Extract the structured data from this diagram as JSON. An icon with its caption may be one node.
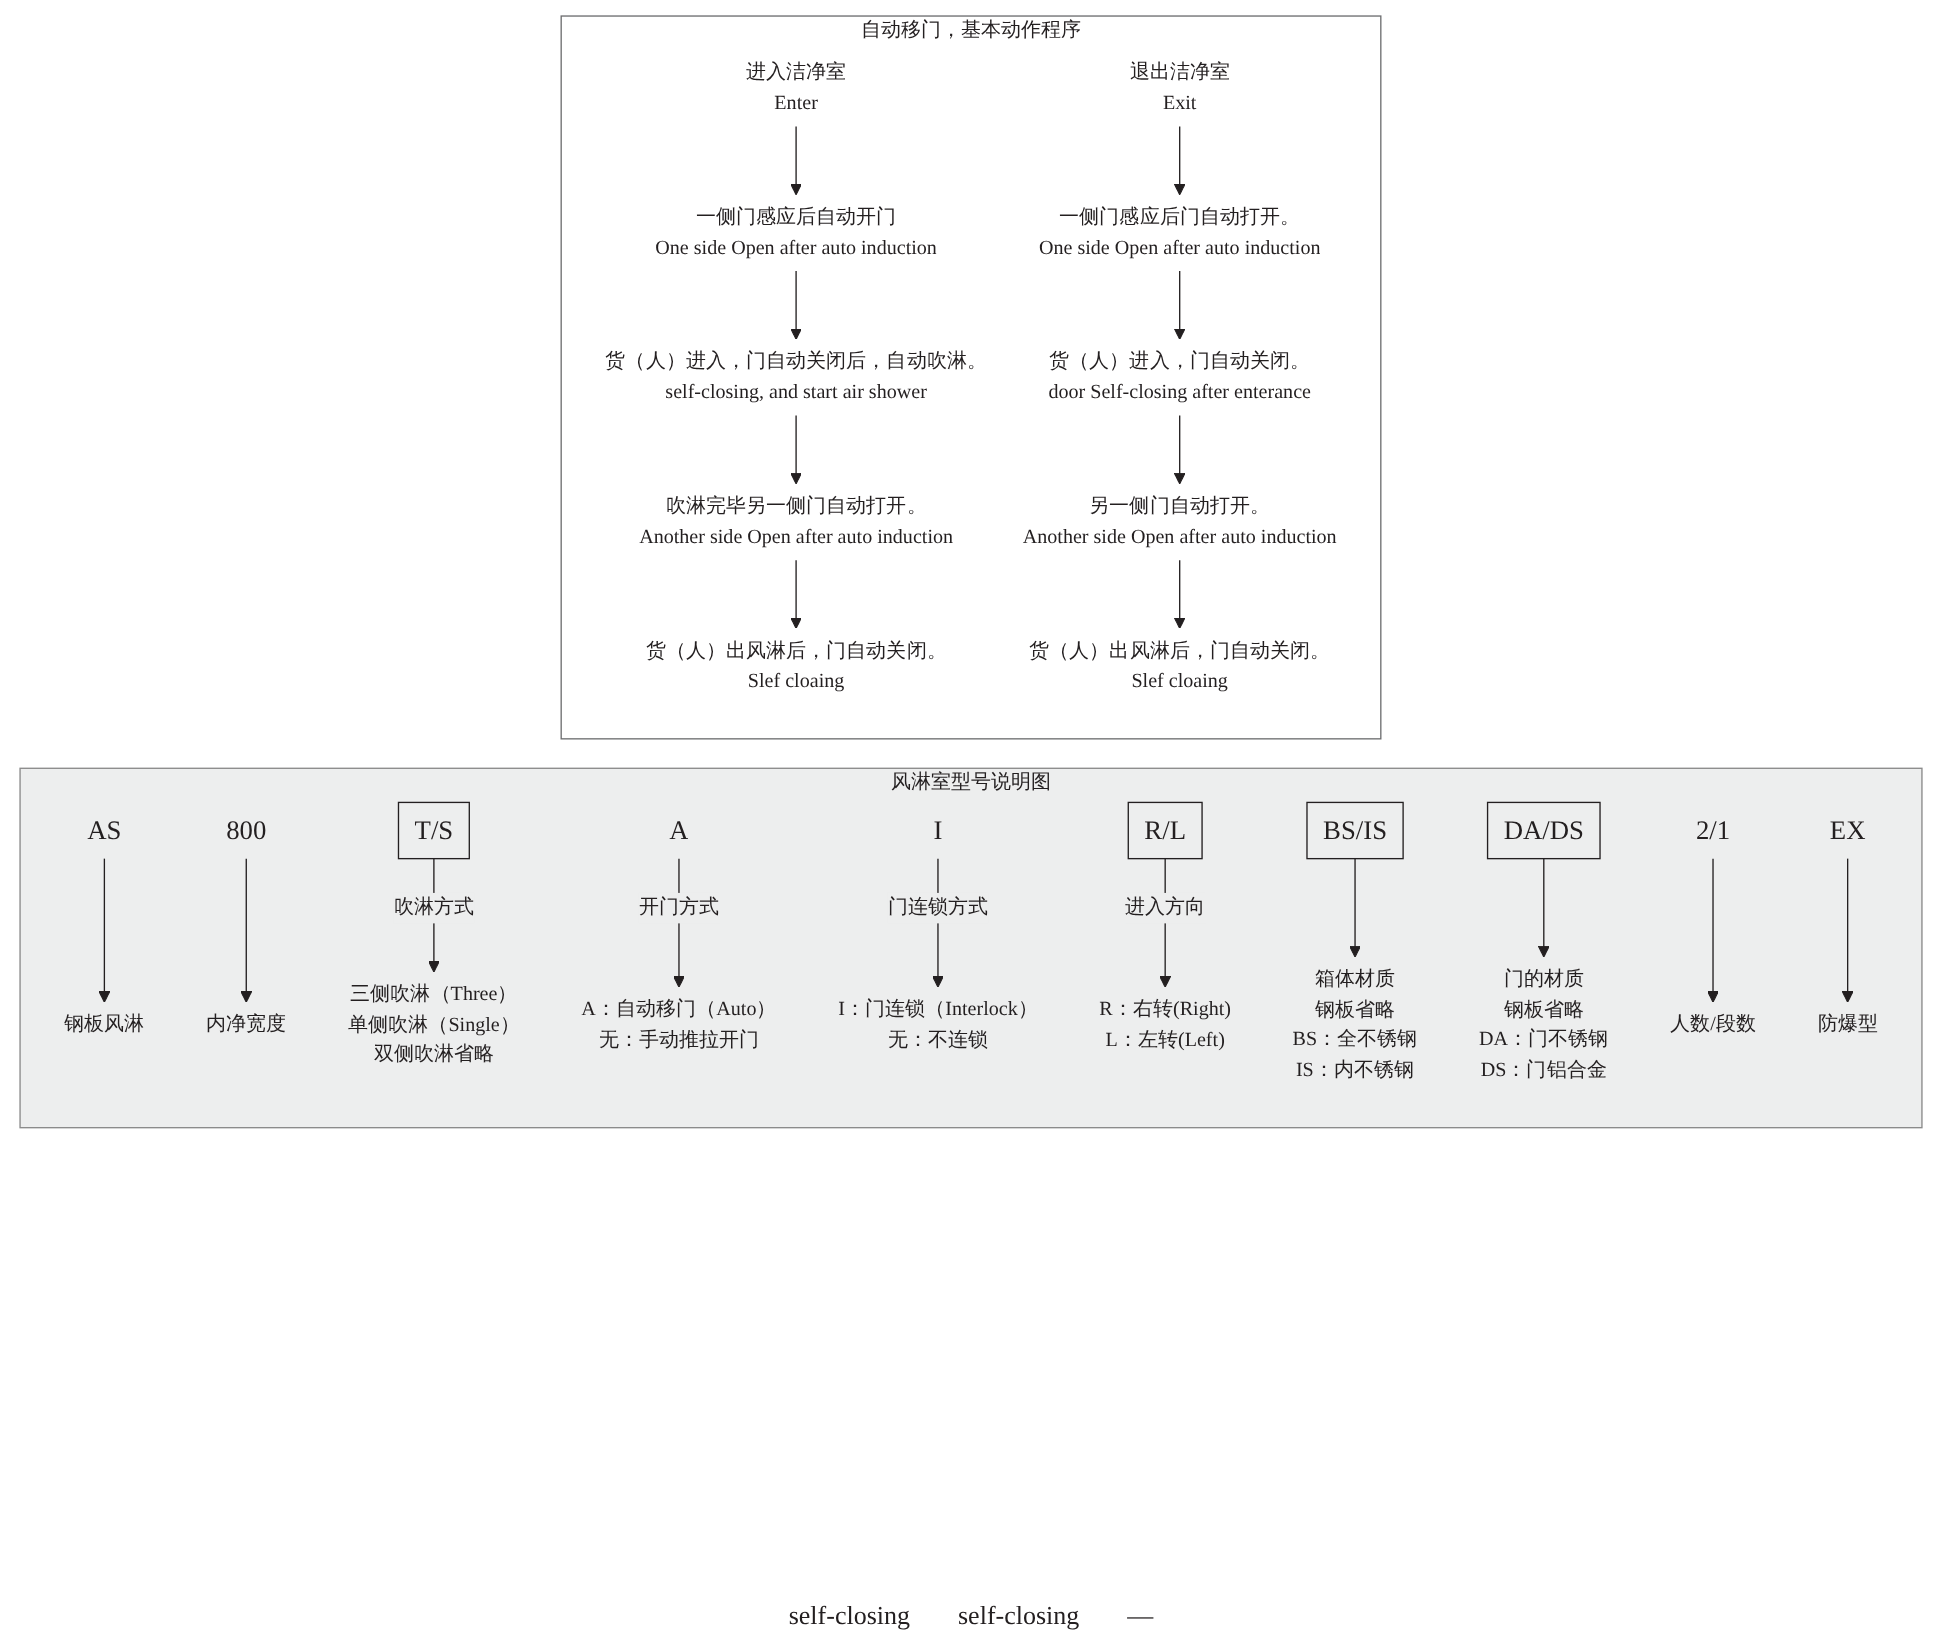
{
  "diagram": {
    "nodes": [
      {
        "text": [
          "自动移门，基本动作程序"
        ]
      },
      {
        "text": [
          "进入洁净室",
          "Enter"
        ],
        "in": 0
      },
      {
        "text": [
          "一侧门感应后自动开门",
          "One side Open after auto induction"
        ],
        "in": 0
      },
      {
        "text": [
          "货（人）进入，门自动关闭后，自动吹淋。",
          "self-closing, and start air shower"
        ],
        "in": 0
      },
      {
        "text": [
          "吹淋完毕另一侧门自动打开。",
          "Another side Open after auto induction"
        ],
        "in": 0
      },
      {
        "text": [
          "货（人）出风淋后，门自动关闭。",
          "Slef cloaing"
        ],
        "in": 0
      },
      {
        "text": [
          "退出洁净室",
          "Exit"
        ],
        "in": 0
      },
      {
        "text": [
          "一侧门感应后门自动打开。",
          "One side Open after auto induction"
        ],
        "in": 0
      },
      {
        "text": [
          "货（人）进入，门自动关闭。",
          "door Self-closing after enterance"
        ],
        "in": 0
      },
      {
        "text": [
          "另一侧门自动打开。",
          "Another side Open after auto induction"
        ],
        "in": 0
      },
      {
        "text": [
          "货（人）出风淋后，门自动关闭。",
          "Slef cloaing"
        ],
        "in": 0
      },
      {
        "text": [
          "风淋室型号说明图"
        ]
      },
      {
        "text": [
          "AS"
        ],
        "in": 11
      },
      {
        "text": [
          "800"
        ],
        "in": 11
      },
      {
        "text": [
          "T/S"
        ],
        "in": 11
      },
      {
        "text": [
          "A"
        ],
        "in": 11
      },
      {
        "text": [
          "I"
        ],
        "in": 11
      },
      {
        "text": [
          "R/L"
        ],
        "in": 11
      },
      {
        "text": [
          "BS/IS"
        ],
        "in": 11
      },
      {
        "text": [
          "DA/DS"
        ],
        "in": 11
      },
      {
        "text": [
          "2/1"
        ],
        "in": 11
      },
      {
        "text": [
          "EX"
        ],
        "in": 11
      },
      {
        "text": [
          "钢板风淋"
        ],
        "in": 11
      },
      {
        "text": [
          "内净宽度"
        ],
        "in": 11
      },
      {
        "text": [
          "箱体材质",
          "钢板省略",
          "BS：全不锈钢",
          "IS：内不锈钢"
        ],
        "in": 11
      },
      {
        "text": [
          "门的材质",
          "钢板省略",
          "DA：门不锈钢",
          "DS：门铝合金"
        ],
        "in": 11
      },
      {
        "text": [
          "人数/段数"
        ],
        "in": 11
      },
      {
        "text": [
          "防爆型"
        ],
        "in": 11
      },
      {
        "text": [
          "三侧吹淋（Three）",
          "单侧吹淋（Single）",
          "双侧吹淋省略"
        ],
        "in": 11
      },
      {
        "text": [
          "A：自动移门（Auto）",
          "无：手动推拉开门"
        ],
        "in": 11
      },
      {
        "text": [
          "R：右转(Right)",
          "L：左转(Left)"
        ],
        "in": 11
      },
      {
        "text": [
          "I：门连锁（Interlock）",
          "无：不连锁"
        ],
        "in": 11
      }
    ],
    "edges": [
      {
        "from": 1,
        "to": 2,
        "arrow": "to"
      },
      {
        "from": 2,
        "to": 3,
        "arrow": "to"
      },
      {
        "from": 3,
        "to": 4,
        "arrow": "to"
      },
      {
        "from": 4,
        "to": 5,
        "arrow": "to"
      },
      {
        "from": 6,
        "to": 7,
        "arrow": "to"
      },
      {
        "from": 7,
        "to": 8,
        "arrow": "to"
      },
      {
        "from": 8,
        "to": 9,
        "arrow": "to"
      },
      {
        "from": 9,
        "to": 10,
        "arrow": "to"
      },
      {
        "from": 12,
        "to": 22,
        "arrow": "to"
      },
      {
        "from": 13,
        "to": 23,
        "arrow": "to"
      },
      {
        "from": 14,
        "to": 28,
        "label": "吹淋方式",
        "arrow": "to"
      },
      {
        "from": 15,
        "to": 29,
        "label": "开门方式",
        "arrow": "to"
      },
      {
        "from": 16,
        "to": 31,
        "label": "门连锁方式",
        "arrow": "to"
      },
      {
        "from": 17,
        "to": 30,
        "label": "进入方向",
        "arrow": "to"
      },
      {
        "from": 18,
        "to": 24,
        "arrow": "to"
      },
      {
        "from": 19,
        "to": 25,
        "arrow": "to"
      },
      {
        "from": 20,
        "to": 26,
        "arrow": "to"
      },
      {
        "from": 21,
        "to": 27,
        "arrow": "to"
      }
    ],
    "labels": [
      "self-closing",
      "self-closing",
      "—"
    ]
  }
}
